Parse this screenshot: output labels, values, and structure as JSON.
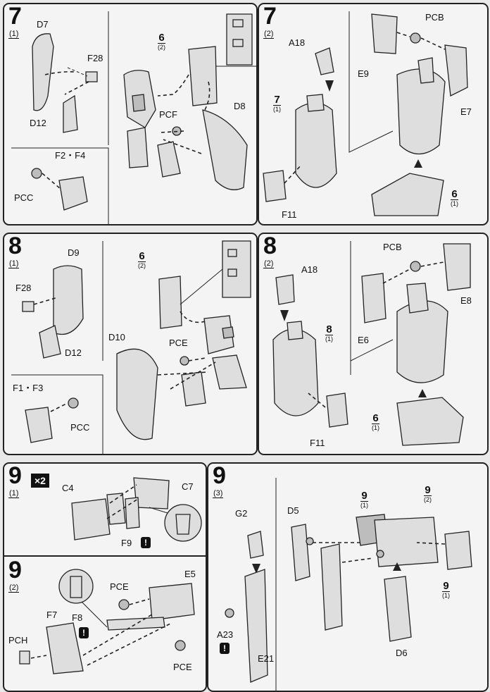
{
  "steps": {
    "s7_1": {
      "no": "7",
      "sub": "(1)",
      "labels": [
        "D7",
        "F28",
        "D12",
        "PCF",
        "D8",
        "F2・F4",
        "PCC"
      ],
      "ref": {
        "no": "6",
        "sub": "(2)"
      }
    },
    "s7_2": {
      "no": "7",
      "sub": "(2)",
      "labels": [
        "A18",
        "PCB",
        "E9",
        "E7",
        "F11"
      ],
      "ref1": {
        "no": "7",
        "sub": "(1)"
      },
      "ref2": {
        "no": "6",
        "sub": "(1)"
      }
    },
    "s8_1": {
      "no": "8",
      "sub": "(1)",
      "labels": [
        "D9",
        "F28",
        "D12",
        "D10",
        "PCE",
        "F1・F3",
        "PCC"
      ],
      "ref": {
        "no": "6",
        "sub": "(2)"
      }
    },
    "s8_2": {
      "no": "8",
      "sub": "(2)",
      "labels": [
        "A18",
        "PCB",
        "E8",
        "E6",
        "F11"
      ],
      "ref1": {
        "no": "8",
        "sub": "(1)"
      },
      "ref2": {
        "no": "6",
        "sub": "(1)"
      }
    },
    "s9_1": {
      "no": "9",
      "sub": "(1)",
      "qty": "×2",
      "labels": [
        "C4",
        "C7",
        "F9"
      ],
      "warn": "!"
    },
    "s9_2": {
      "no": "9",
      "sub": "(2)",
      "labels": [
        "PCE",
        "E5",
        "F7",
        "F8",
        "PCH",
        "PCE"
      ],
      "warn": "!"
    },
    "s9_3": {
      "no": "9",
      "sub": "(3)",
      "labels": [
        "G2",
        "D5",
        "A23",
        "E21",
        "D6"
      ],
      "warn": "!",
      "ref1": {
        "no": "9",
        "sub": "(1)"
      },
      "ref2": {
        "no": "9",
        "sub": "(2)"
      },
      "ref3": {
        "no": "9",
        "sub": "(1)"
      }
    }
  }
}
